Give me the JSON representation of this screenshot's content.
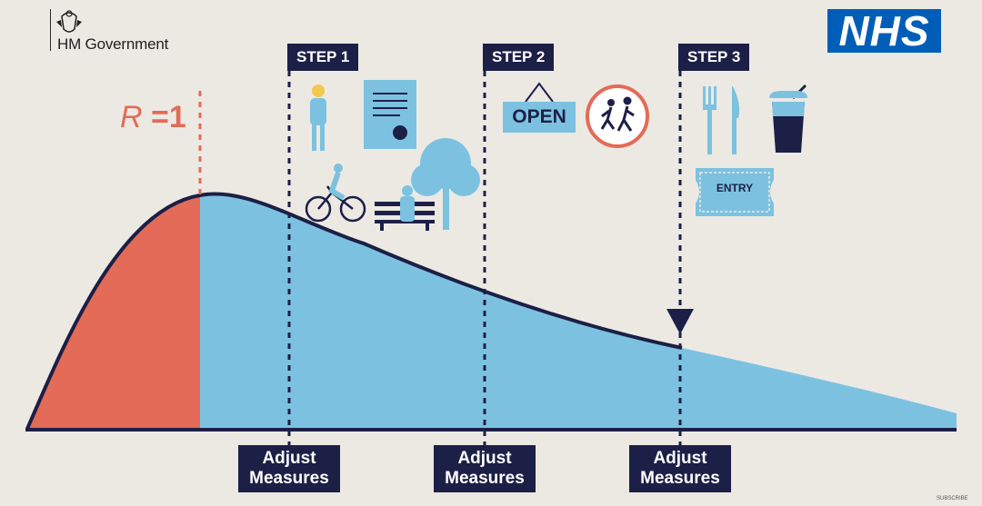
{
  "branding": {
    "government": "HM Government",
    "nhs": "NHS",
    "footer_label": "SUBSCRIBE"
  },
  "threshold": {
    "label_r": "R",
    "label_rest": " =1"
  },
  "steps": [
    {
      "label": "STEP 1",
      "icons": [
        "person-icon",
        "certificate-icon",
        "cyclist-icon",
        "park-bench-icon",
        "tree-icon"
      ]
    },
    {
      "label": "STEP 2",
      "icons": [
        "open-sign-icon",
        "school-children-sign-icon"
      ],
      "sign_text": "OPEN"
    },
    {
      "label": "STEP 3",
      "icons": [
        "fork-icon",
        "knife-icon",
        "drink-cup-icon",
        "entry-ticket-icon"
      ],
      "ticket_text": "ENTRY"
    }
  ],
  "adjust_measures": [
    "Adjust\nMeasures",
    "Adjust\nMeasures",
    "Adjust\nMeasures"
  ],
  "colors": {
    "background": "#ece9e3",
    "curve_red": "#e36b57",
    "curve_blue": "#7cc2e0",
    "navy": "#1c1f46",
    "nhs_blue": "#005eb8"
  }
}
